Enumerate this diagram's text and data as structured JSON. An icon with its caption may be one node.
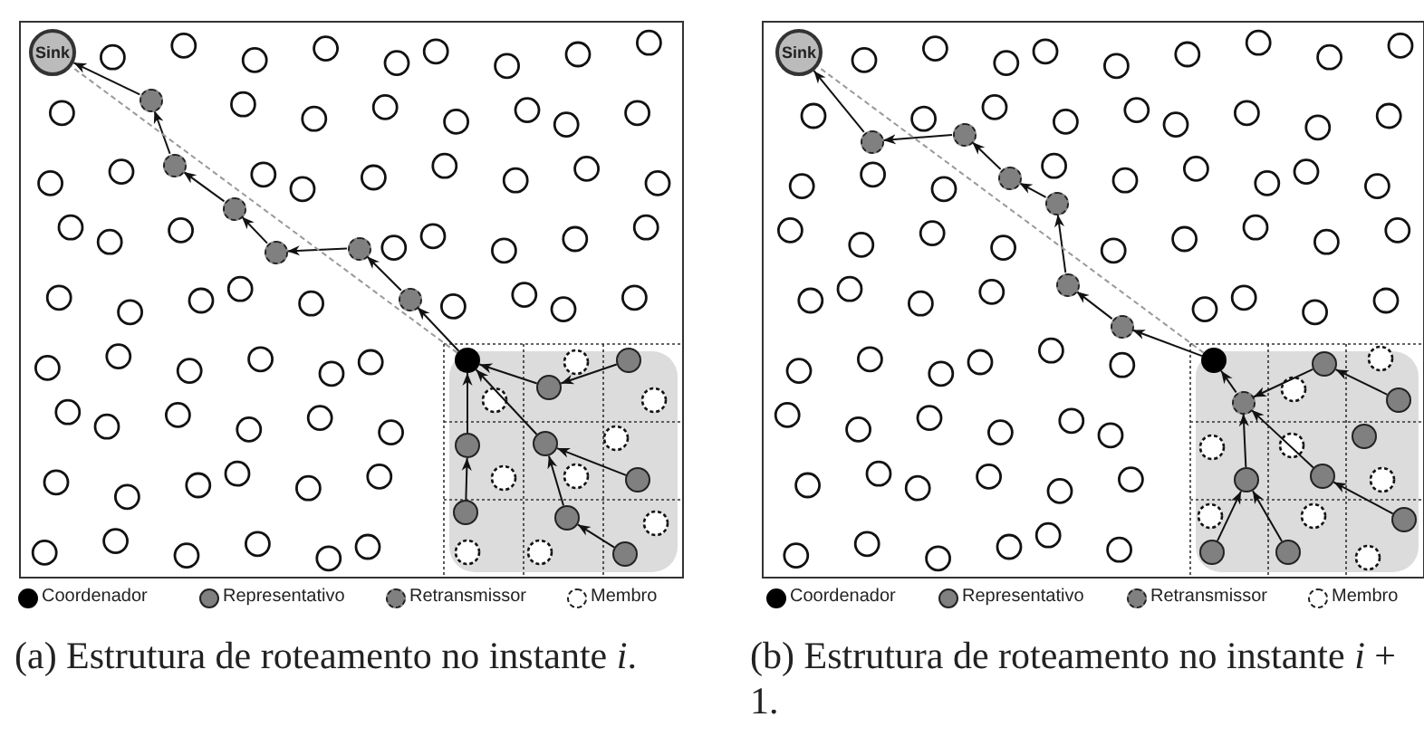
{
  "diagram": {
    "nodes": [
      {
        "text": [
          "Sink"
        ]
      },
      {
        "text": [],
        "shape": "circle"
      },
      {
        "text": [],
        "shape": "circle"
      },
      {
        "text": [],
        "shape": "circle"
      },
      {
        "text": [],
        "shape": "circle"
      },
      {
        "text": [],
        "shape": "circle"
      },
      {
        "text": [],
        "shape": "circle"
      },
      {
        "text": [],
        "shape": "circle"
      },
      {
        "text": [],
        "shape": "circle"
      },
      {
        "text": [],
        "shape": "circle"
      },
      {
        "text": [],
        "shape": "circle"
      },
      {
        "text": [],
        "shape": "circle"
      },
      {
        "text": [],
        "shape": "circle"
      },
      {
        "text": [],
        "shape": "circle"
      },
      {
        "text": [],
        "shape": "circle"
      },
      {
        "text": [],
        "shape": "circle"
      },
      {
        "text": [
          "Sink"
        ]
      },
      {
        "text": [],
        "shape": "circle"
      },
      {
        "text": [],
        "shape": "circle"
      },
      {
        "text": [],
        "shape": "circle"
      },
      {
        "text": [],
        "shape": "circle"
      },
      {
        "text": [],
        "shape": "circle"
      },
      {
        "text": [],
        "shape": "circle"
      },
      {
        "text": [],
        "shape": "circle"
      },
      {
        "text": [],
        "shape": "circle"
      },
      {
        "text": [],
        "shape": "circle"
      },
      {
        "text": [],
        "shape": "circle"
      },
      {
        "text": [],
        "shape": "circle"
      },
      {
        "text": [],
        "shape": "circle"
      },
      {
        "text": [],
        "shape": "circle"
      },
      {
        "text": [],
        "shape": "circle"
      },
      {
        "text": [],
        "shape": "circle"
      },
      {
        "text": [],
        "shape": "circle"
      }
    ],
    "edges": [
      {
        "from": 1,
        "to": 0,
        "arrow": "to"
      },
      {
        "from": 2,
        "to": 1,
        "arrow": "to"
      },
      {
        "from": 3,
        "to": 2,
        "arrow": "to"
      },
      {
        "from": 4,
        "to": 3,
        "arrow": "to"
      },
      {
        "from": 5,
        "to": 4,
        "arrow": "to"
      },
      {
        "from": 6,
        "to": 5,
        "arrow": "to"
      },
      {
        "from": 7,
        "to": 6,
        "arrow": "to"
      },
      {
        "from": 8,
        "to": 7,
        "arrow": "to"
      },
      {
        "from": 9,
        "to": 8,
        "arrow": "to"
      },
      {
        "from": 10,
        "to": 7,
        "arrow": "to"
      },
      {
        "from": 13,
        "to": 10,
        "arrow": "to"
      },
      {
        "from": 11,
        "to": 7,
        "arrow": "to"
      },
      {
        "from": 12,
        "to": 11,
        "arrow": "to"
      },
      {
        "from": 14,
        "to": 11,
        "arrow": "to"
      },
      {
        "from": 15,
        "to": 14,
        "arrow": "to"
      },
      {
        "from": 7,
        "to": 0,
        "arrow": "none",
        "style": "dashed",
        "color": "#999999"
      },
      {
        "from": 17,
        "to": 16,
        "arrow": "to"
      },
      {
        "from": 18,
        "to": 17,
        "arrow": "to"
      },
      {
        "from": 19,
        "to": 18,
        "arrow": "to"
      },
      {
        "from": 20,
        "to": 19,
        "arrow": "to"
      },
      {
        "from": 21,
        "to": 20,
        "arrow": "to"
      },
      {
        "from": 22,
        "to": 21,
        "arrow": "to"
      },
      {
        "from": 23,
        "to": 22,
        "arrow": "to"
      },
      {
        "from": 24,
        "to": 23,
        "arrow": "to"
      },
      {
        "from": 25,
        "to": 24,
        "arrow": "to"
      },
      {
        "from": 26,
        "to": 25,
        "arrow": "to"
      },
      {
        "from": 27,
        "to": 24,
        "arrow": "to"
      },
      {
        "from": 28,
        "to": 24,
        "arrow": "to"
      },
      {
        "from": 29,
        "to": 28,
        "arrow": "to"
      },
      {
        "from": 30,
        "to": 27,
        "arrow": "to"
      },
      {
        "from": 31,
        "to": 27,
        "arrow": "to"
      },
      {
        "from": 23,
        "to": 16,
        "arrow": "none",
        "style": "dashed",
        "color": "#999999"
      }
    ],
    "labels": [
      "(a) Estrutura de roteamento no instante *i*.",
      "(b) Estrutura de roteamento no instante *i* + 1."
    ],
    "legend": [
      {
        "text": "Coordenador"
      },
      {
        "text": "Representativo"
      },
      {
        "text": "Retransmissor"
      },
      {
        "text": "Membro"
      },
      {
        "text": "Coordenador"
      },
      {
        "text": "Representativo"
      },
      {
        "text": "Retransmissor"
      },
      {
        "text": "Membro"
      }
    ]
  }
}
